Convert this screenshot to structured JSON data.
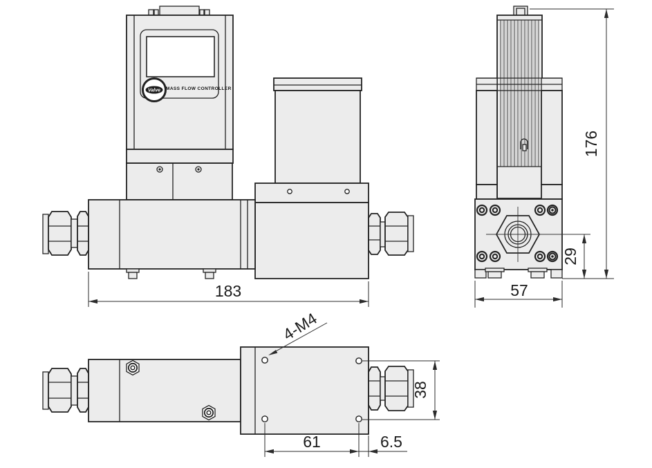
{
  "product": {
    "logo": "Valve",
    "label": "MASS FLOW CONTROLLER"
  },
  "dimensions": {
    "overall_width": "183",
    "side_width": "57",
    "overall_height": "176",
    "port_center_height": "29",
    "hole_pitch_x": "61",
    "hole_edge_offset": "6.5",
    "hole_pitch_y": "38"
  },
  "annotations": {
    "mounting_holes": "4-M4"
  },
  "colors": {
    "part_fill": "#ececec",
    "line": "#222222",
    "paper": "#ffffff",
    "screen": "#ffffff"
  }
}
